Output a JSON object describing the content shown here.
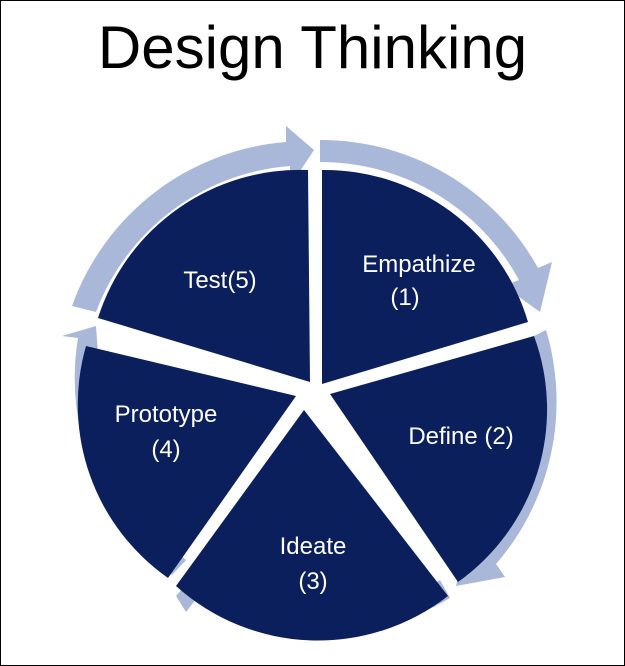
{
  "title": "Design Thinking",
  "colors": {
    "segment_fill": "#0b1f5c",
    "ring_arrow": "#a9b8d9",
    "label_text": "#ffffff",
    "background": "#ffffff"
  },
  "stages": [
    {
      "name": "Empathize",
      "number": "(1)"
    },
    {
      "name": "Define (2)",
      "number": ""
    },
    {
      "name": "Ideate",
      "number": "(3)"
    },
    {
      "name": "Prototype",
      "number": "(4)"
    },
    {
      "name": "Test(5)",
      "number": ""
    }
  ]
}
